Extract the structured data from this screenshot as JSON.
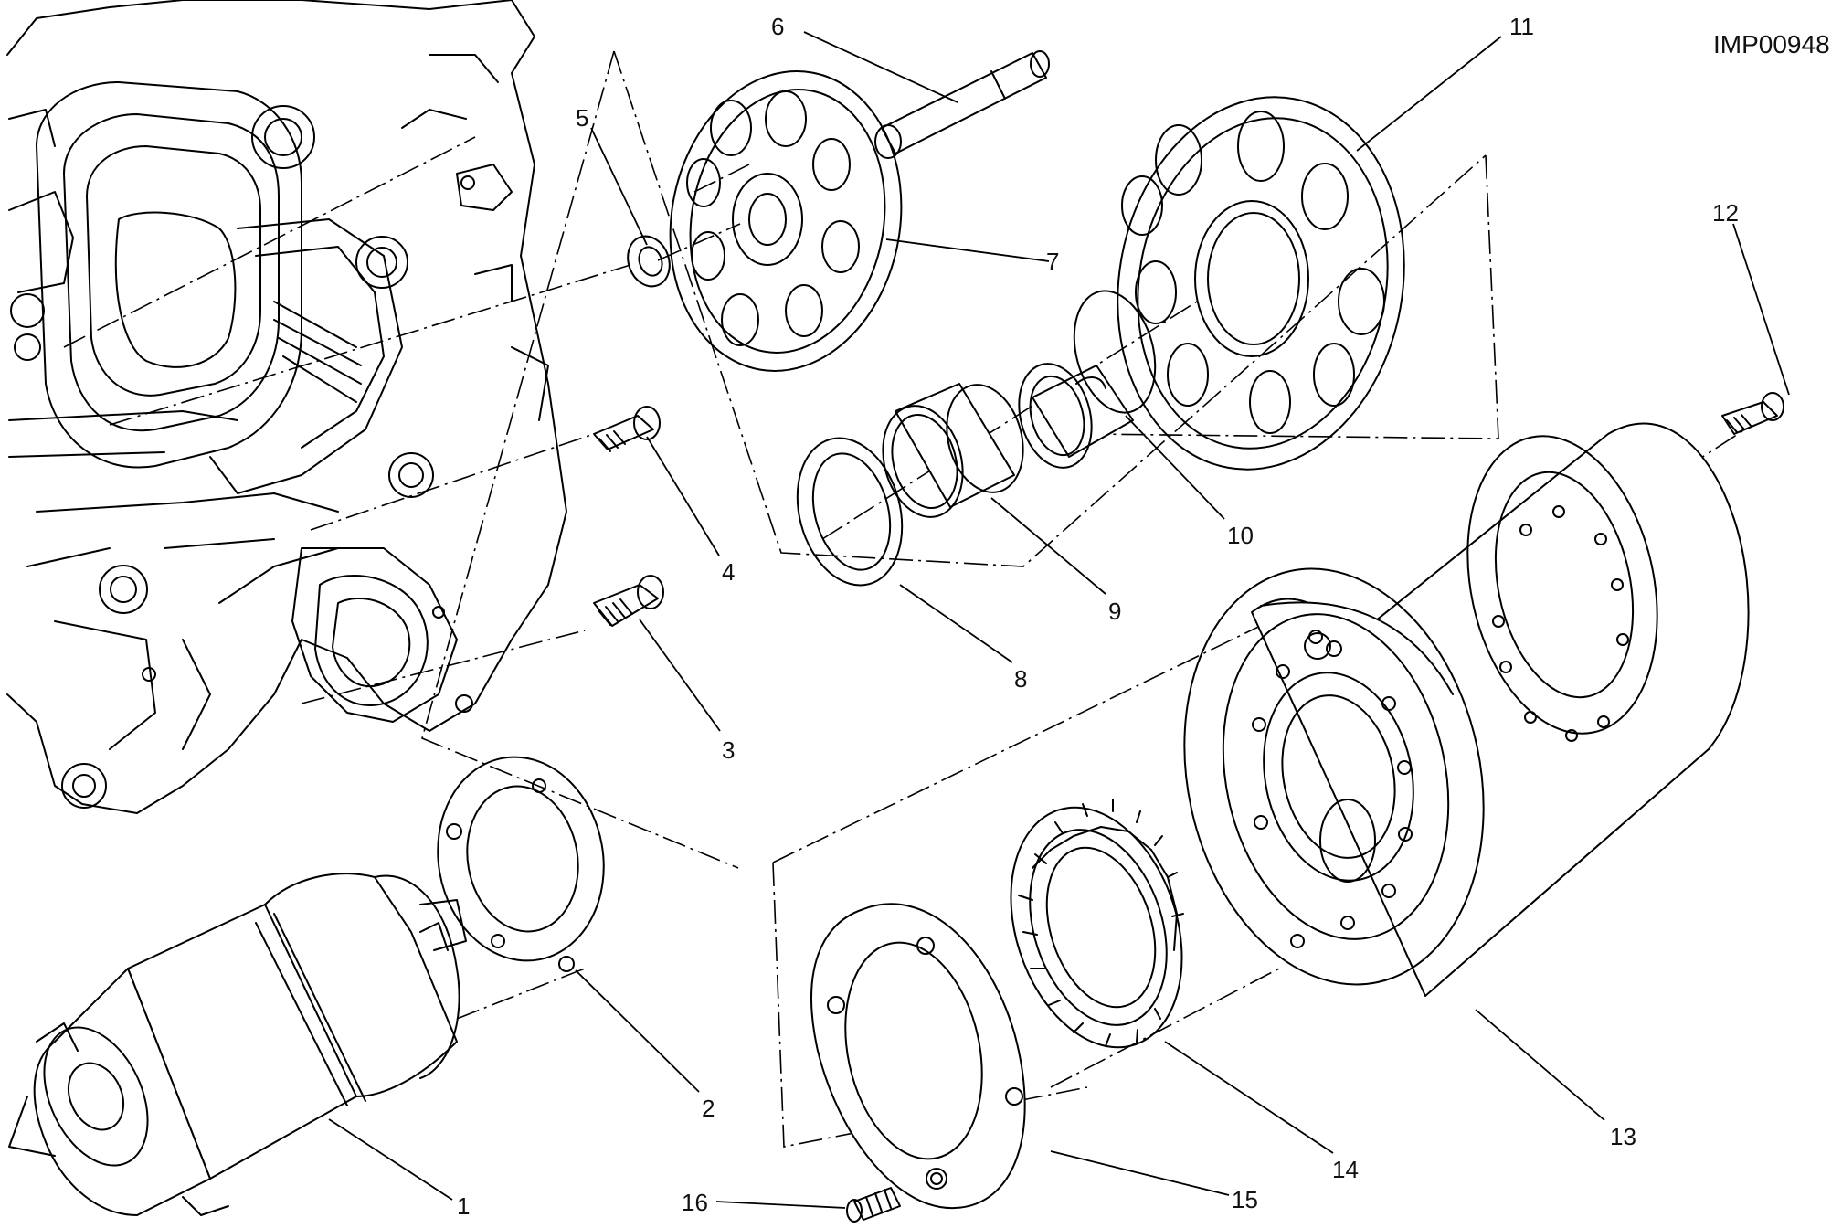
{
  "drawing_code": "IMP00948",
  "callouts": [
    {
      "id": "1",
      "label": "1"
    },
    {
      "id": "2",
      "label": "2"
    },
    {
      "id": "3",
      "label": "3"
    },
    {
      "id": "4",
      "label": "4"
    },
    {
      "id": "5",
      "label": "5"
    },
    {
      "id": "6",
      "label": "6"
    },
    {
      "id": "7",
      "label": "7"
    },
    {
      "id": "8",
      "label": "8"
    },
    {
      "id": "9",
      "label": "9"
    },
    {
      "id": "10",
      "label": "10"
    },
    {
      "id": "11",
      "label": "11"
    },
    {
      "id": "12",
      "label": "12"
    },
    {
      "id": "13",
      "label": "13"
    },
    {
      "id": "14",
      "label": "14"
    },
    {
      "id": "15",
      "label": "15"
    },
    {
      "id": "16",
      "label": "16"
    }
  ]
}
